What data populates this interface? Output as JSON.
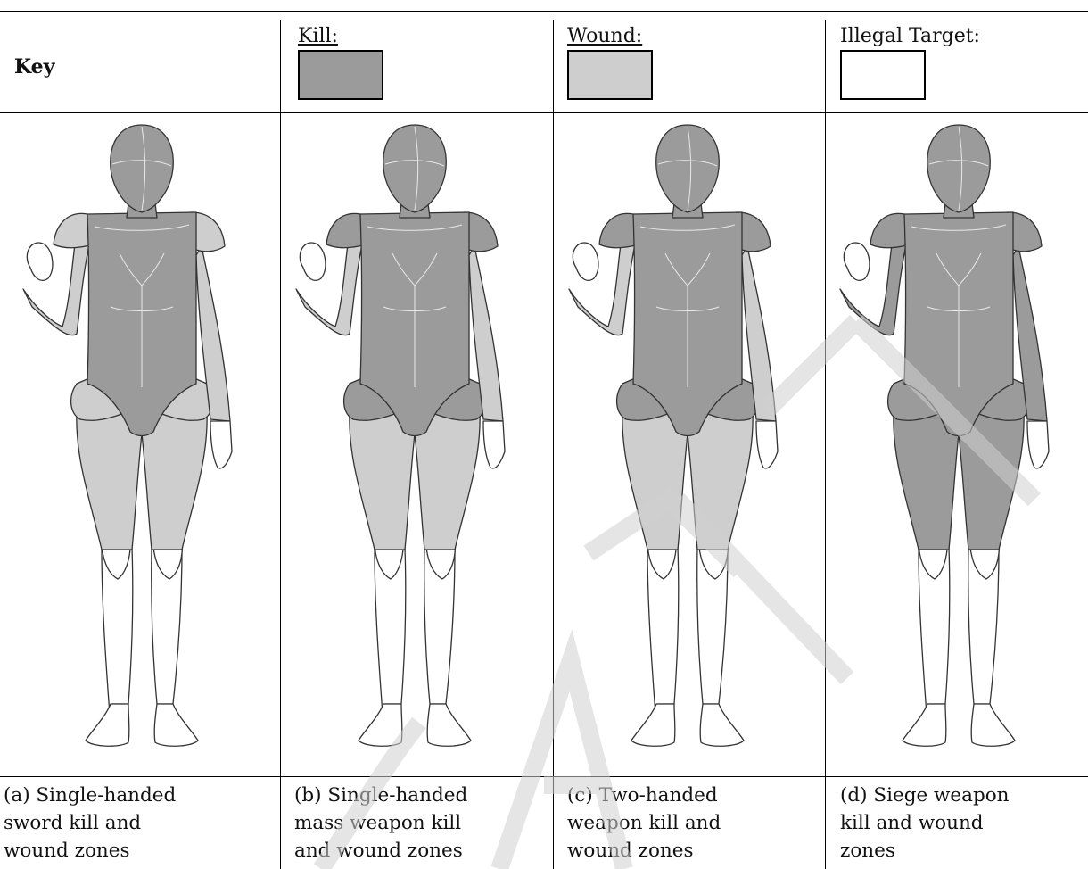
{
  "key": {
    "title": "Key",
    "kill_label": "Kill:",
    "wound_label": "Wound:",
    "illegal_label": "Illegal Target:",
    "kill_color": "#9b9b9b",
    "wound_color": "#cecece",
    "illegal_color": "#ffffff"
  },
  "figures": [
    {
      "caption": "(a) Single-handed\nsword kill and\nwound zones",
      "zones": {
        "head": "kill",
        "torso": "kill",
        "left_shoulder": "wound",
        "right_shoulder": "wound",
        "left_arm": "wound",
        "right_arm": "wound",
        "hips": "wound",
        "thighs": "wound"
      }
    },
    {
      "caption": "(b) Single-handed\nmass weapon kill\nand wound zones",
      "zones": {
        "head": "kill",
        "torso": "kill",
        "left_shoulder": "kill",
        "right_shoulder": "kill",
        "left_arm": "wound",
        "right_arm": "wound",
        "hips": "kill",
        "thighs": "wound"
      }
    },
    {
      "caption": "(c) Two-handed\nweapon kill and\nwound zones",
      "zones": {
        "head": "kill",
        "torso": "kill",
        "left_shoulder": "kill",
        "right_shoulder": "kill",
        "left_arm": "wound",
        "right_arm": "wound",
        "hips": "kill",
        "thighs": "wound"
      }
    },
    {
      "caption": "(d) Siege weapon\nkill and wound\nzones",
      "zones": {
        "head": "kill",
        "torso": "kill",
        "left_shoulder": "kill",
        "right_shoulder": "kill",
        "left_arm": "kill",
        "right_arm": "kill",
        "hips": "kill",
        "thighs": "kill"
      }
    }
  ]
}
